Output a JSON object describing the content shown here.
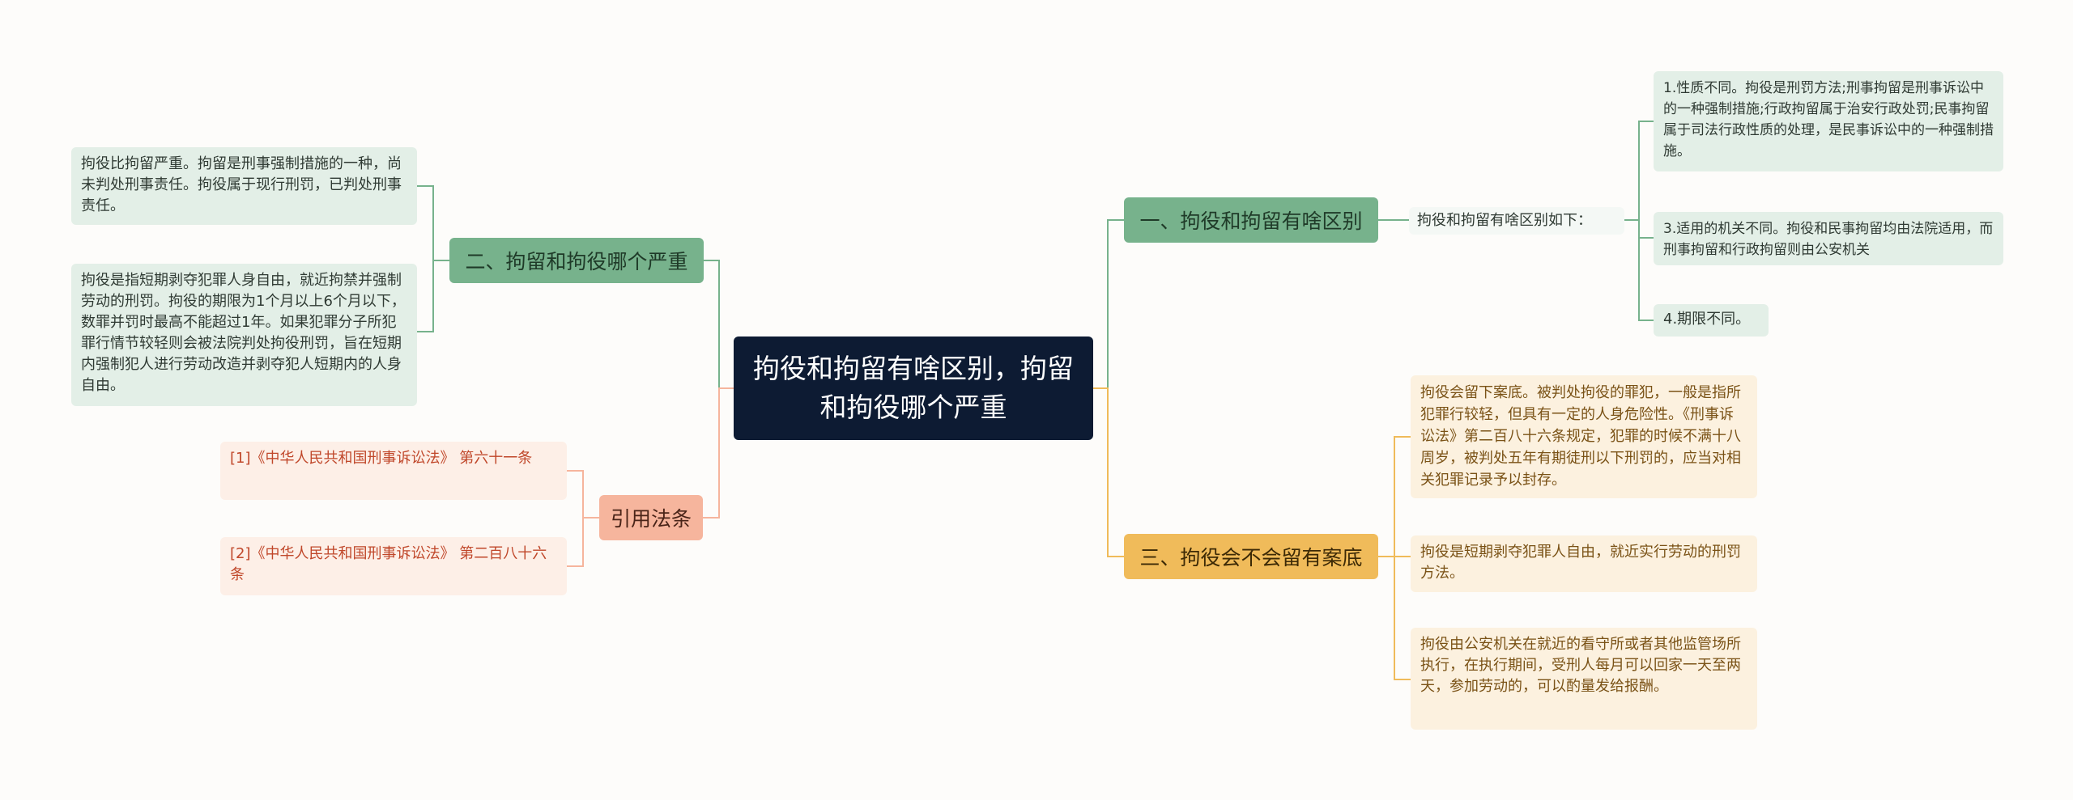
{
  "root": {
    "title": "拘役和拘留有啥区别，拘留和拘役哪个严重"
  },
  "branches": {
    "b1": {
      "label": "一、拘役和拘留有啥区别",
      "intro": "拘役和拘留有啥区别如下：",
      "items": [
        "1.性质不同。拘役是刑罚方法;刑事拘留是刑事诉讼中的一种强制措施;行政拘留属于治安行政处罚;民事拘留属于司法行政性质的处理，是民事诉讼中的一种强制措施。",
        "3.适用的机关不同。拘役和民事拘留均由法院适用，而刑事拘留和行政拘留则由公安机关",
        "4.期限不同。"
      ]
    },
    "b2": {
      "label": "二、拘留和拘役哪个严重",
      "items": [
        "拘役比拘留严重。拘留是刑事强制措施的一种，尚未判处刑事责任。拘役属于现行刑罚，已判处刑事责任。",
        "拘役是指短期剥夺犯罪人身自由，就近拘禁并强制劳动的刑罚。拘役的期限为1个月以上6个月以下，数罪并罚时最高不能超过1年。如果犯罪分子所犯罪行情节较轻则会被法院判处拘役刑罚，旨在短期内强制犯人进行劳动改造并剥夺犯人短期内的人身自由。"
      ]
    },
    "b3": {
      "label": "三、拘役会不会留有案底",
      "items": [
        "拘役会留下案底。被判处拘役的罪犯，一般是指所犯罪行较轻，但具有一定的人身危险性。《刑事诉讼法》第二百八十六条规定，犯罪的时候不满十八周岁，被判处五年有期徒刑以下刑罚的，应当对相关犯罪记录予以封存。",
        "拘役是短期剥夺犯罪人自由，就近实行劳动的刑罚方法。",
        "拘役由公安机关在就近的看守所或者其他监管场所执行，在执行期间，受刑人每月可以回家一天至两天，参加劳动的，可以酌量发给报酬。"
      ]
    },
    "b4": {
      "label": "引用法条",
      "items": [
        "[1]《中华人民共和国刑事诉讼法》 第六十一条",
        "[2]《中华人民共和国刑事诉讼法》 第二百八十六条"
      ]
    }
  },
  "colors": {
    "background": "#fdfcfa",
    "root": "#0d1b33",
    "green": "#77b28c",
    "orange": "#f0bb5a",
    "peach": "#f6b59d"
  }
}
